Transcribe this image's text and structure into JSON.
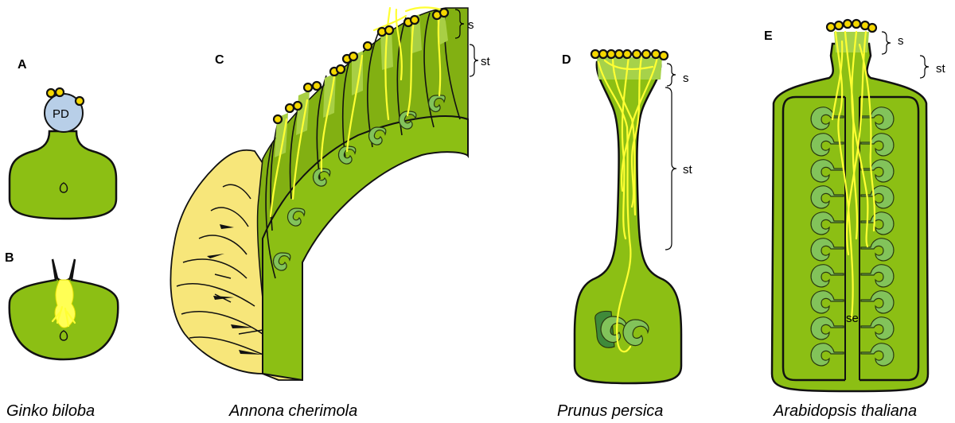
{
  "panels": {
    "A": {
      "letter": "A",
      "chamber_label": "PD"
    },
    "B": {
      "letter": "B"
    },
    "C": {
      "letter": "C",
      "label_s": "s",
      "label_st": "st"
    },
    "D": {
      "letter": "D",
      "label_s": "s",
      "label_st": "st"
    },
    "E": {
      "letter": "E",
      "label_s": "s",
      "label_st": "st",
      "label_se": "se"
    }
  },
  "species": {
    "ginkgo": "Ginko biloba",
    "annona": "Annona cherimola",
    "prunus": "Prunus persica",
    "arabidopsis": "Arabidopsis thaliana"
  },
  "colors": {
    "tissue_green": "#8cbf14",
    "pollen_yellow": "#f5d800",
    "tube_yellow": "#ffff33",
    "pollination_drop": "#b8cfe8",
    "ovule_green": "#82c35a"
  }
}
